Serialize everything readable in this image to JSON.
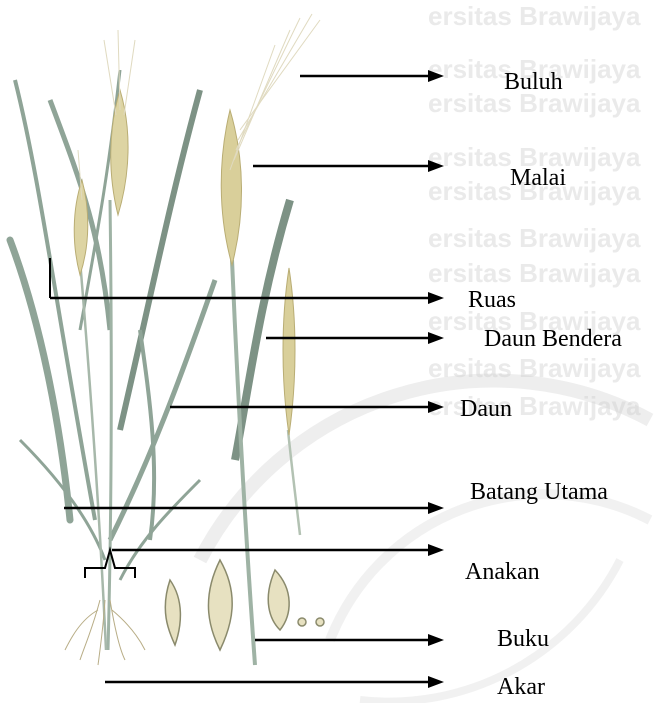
{
  "watermark": "ersitas Brawijaya",
  "labels": {
    "buluh": "Buluh",
    "malai": "Malai",
    "ruas": "Ruas",
    "daun_bendera": "Daun Bendera",
    "daun": "Daun",
    "batang_utama": "Batang Utama",
    "anakan": "Anakan",
    "buku": "Buku",
    "akar": "Akar"
  },
  "colors": {
    "leaf": "#8fa497",
    "leaf_dark": "#6f8478",
    "spike": "#d9cf9a",
    "awn": "#e6e1c6",
    "line": "#000000"
  }
}
